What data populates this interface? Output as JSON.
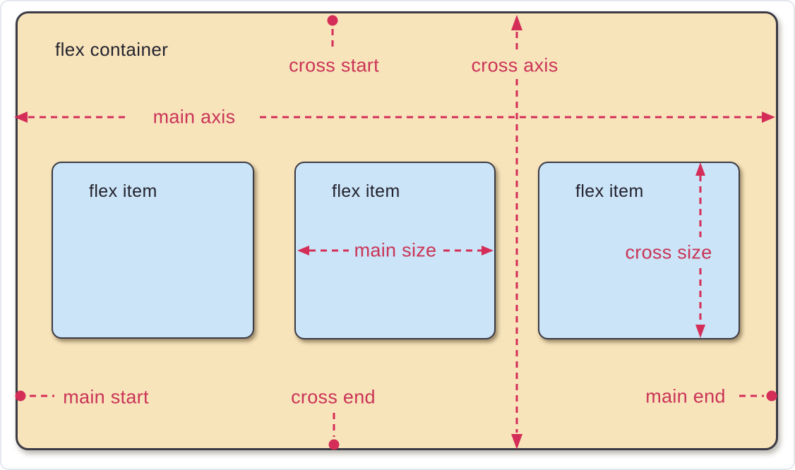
{
  "diagram": {
    "container_label": "flex container",
    "items": [
      {
        "label": "flex item"
      },
      {
        "label": "flex item"
      },
      {
        "label": "flex item"
      }
    ],
    "axis_labels": {
      "main_axis": "main axis",
      "cross_axis": "cross axis",
      "cross_start": "cross start",
      "cross_end": "cross end",
      "main_start": "main start",
      "main_end": "main end",
      "main_size": "main size",
      "cross_size": "cross size"
    }
  },
  "colors": {
    "accent": "#d42e58",
    "label": "#ca3457",
    "container_bg": "#f8e4bb",
    "item_bg": "#cbe4f7",
    "border": "#3b3b45",
    "text": "#23232e",
    "page_bg": "#ffffff"
  }
}
